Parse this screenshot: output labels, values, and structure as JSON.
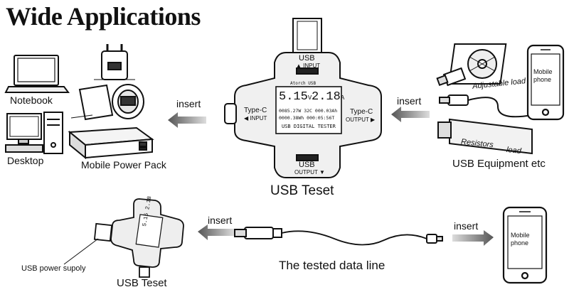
{
  "title": "Wide Applications",
  "left_devices": {
    "notebook": "Notebook",
    "desktop": "Desktop",
    "power_pack": "Mobile Power Pack"
  },
  "insert_label": "insert",
  "tester": {
    "top_port": "USB",
    "top_port_dir": "▲ INPUT",
    "bottom_port": "USB",
    "bottom_port_dir": "OUTPUT ▼",
    "left_port": "Type-C",
    "left_port_dir": "◀ INPUT",
    "right_port": "Type-C",
    "right_port_dir": "OUTPUT ▶",
    "screen_header": "Atorch USB",
    "voltage": "5.15",
    "voltage_unit": "V",
    "current": "2.18",
    "current_unit": "A",
    "row1_left": "0085.27W",
    "row1_mid": "32C",
    "row1_right": "000.03Ah",
    "row2_left": "0000.38Wh",
    "row2_right": "000:05:56T",
    "device_name": "USB DIGITAL TESTER"
  },
  "usb_teset_label": "USB Teset",
  "right_devices": {
    "adjustable_load": "Adjustable load",
    "resistors_load_1": "Resistors",
    "resistors_load_2": "load",
    "mobile_phone": "Mobile phone",
    "equipment": "USB Equipment etc"
  },
  "bottom": {
    "power_supply": "USB power supoly",
    "usb_teset": "USB Teset",
    "data_line": "The tested data line",
    "mobile_phone": "Mobile phone",
    "mini_voltage": "5.15",
    "mini_current": "2.18"
  }
}
